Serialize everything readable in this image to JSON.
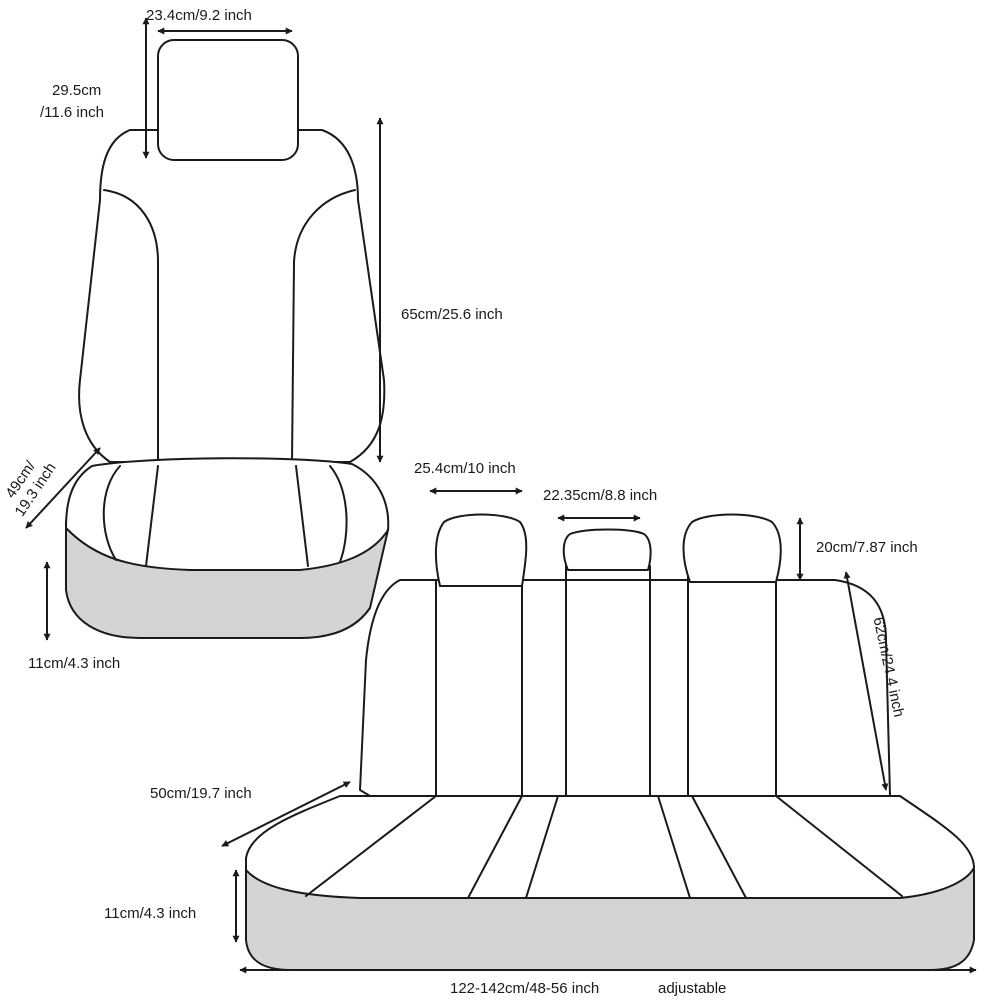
{
  "colors": {
    "ink": "#1a1a1a",
    "base_fill": "#d4d4d4",
    "background": "#ffffff"
  },
  "front_seat": {
    "headrest_width": "23.4cm/9.2 inch",
    "headrest_height_line1": "29.5cm",
    "headrest_height_line2": "/11.6 inch",
    "backrest_height": "65cm/25.6 inch",
    "seat_depth_line1": "49cm/",
    "seat_depth_line2": "19.3 inch",
    "base_thickness": "11cm/4.3 inch"
  },
  "rear_seat": {
    "side_headrest_width": "25.4cm/10 inch",
    "middle_headrest_width": "22.35cm/8.8 inch",
    "headrest_height": "20cm/7.87 inch",
    "backrest_height": "62cm/24.4 inch",
    "seat_depth": "50cm/19.7 inch",
    "base_thickness": "11cm/4.3 inch",
    "bench_width": "122-142cm/48-56 inch",
    "adjustable_note": "adjustable"
  }
}
